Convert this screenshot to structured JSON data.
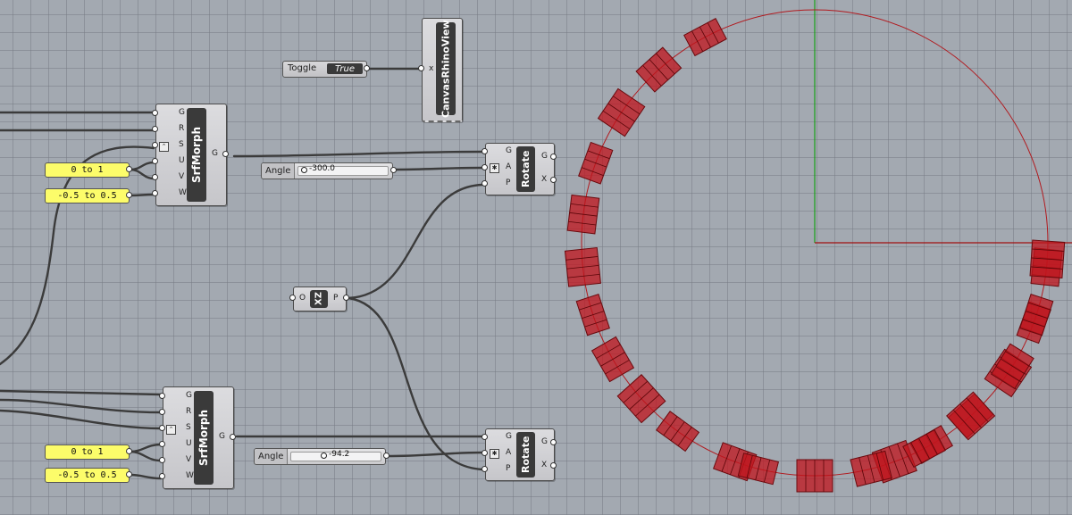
{
  "toggle": {
    "label": "Toggle",
    "value": "True"
  },
  "canvas_view": {
    "title": "CanvasRhinoView",
    "input": "x"
  },
  "srfmorph_1": {
    "title": "SrfMorph",
    "inputs": [
      "G",
      "R",
      "S",
      "U",
      "V",
      "W"
    ],
    "output": "G"
  },
  "srfmorph_2": {
    "title": "SrfMorph",
    "inputs": [
      "G",
      "R",
      "S",
      "U",
      "V",
      "W"
    ],
    "output": "G"
  },
  "panels": {
    "u_range_1": "0 to 1",
    "v_range_1": "-0.5 to 0.5",
    "u_range_2": "0 to 1",
    "v_range_2": "-0.5 to 0.5"
  },
  "slider_1": {
    "label": "Angle",
    "value": "-300.0",
    "fraction": 0.03
  },
  "slider_2": {
    "label": "Angle",
    "value": "-94.2",
    "fraction": 0.34
  },
  "rotate_1": {
    "title": "Rotate",
    "inputs": [
      "G",
      "A",
      "P"
    ],
    "outputs": [
      "G",
      "X"
    ]
  },
  "rotate_2": {
    "title": "Rotate",
    "inputs": [
      "G",
      "A",
      "P"
    ],
    "outputs": [
      "G",
      "X"
    ]
  },
  "xz_plane": {
    "title": "XZ",
    "input": "O",
    "output": "P"
  },
  "colors": {
    "canvas": "#a3a9b1",
    "panel": "#fcfc6a",
    "circle": "#b11a1f",
    "segment": "#c0141c",
    "x_axis": "#a01010",
    "y_axis": "#1aa01a"
  }
}
